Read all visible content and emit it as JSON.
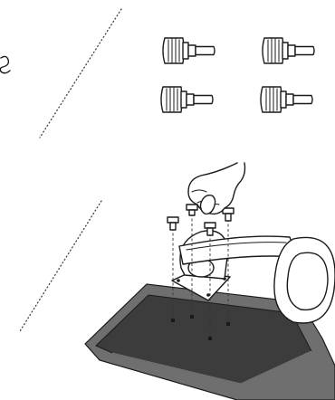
{
  "figure": {
    "type": "assembly-illustration",
    "background": "#ffffff",
    "line_color": "#1a1a1a",
    "base_plate_outer_color": "#6f6f6f",
    "base_plate_inner_color": "#3c3c3c",
    "screw_count_shown": 4,
    "screws_being_inserted": 4
  }
}
